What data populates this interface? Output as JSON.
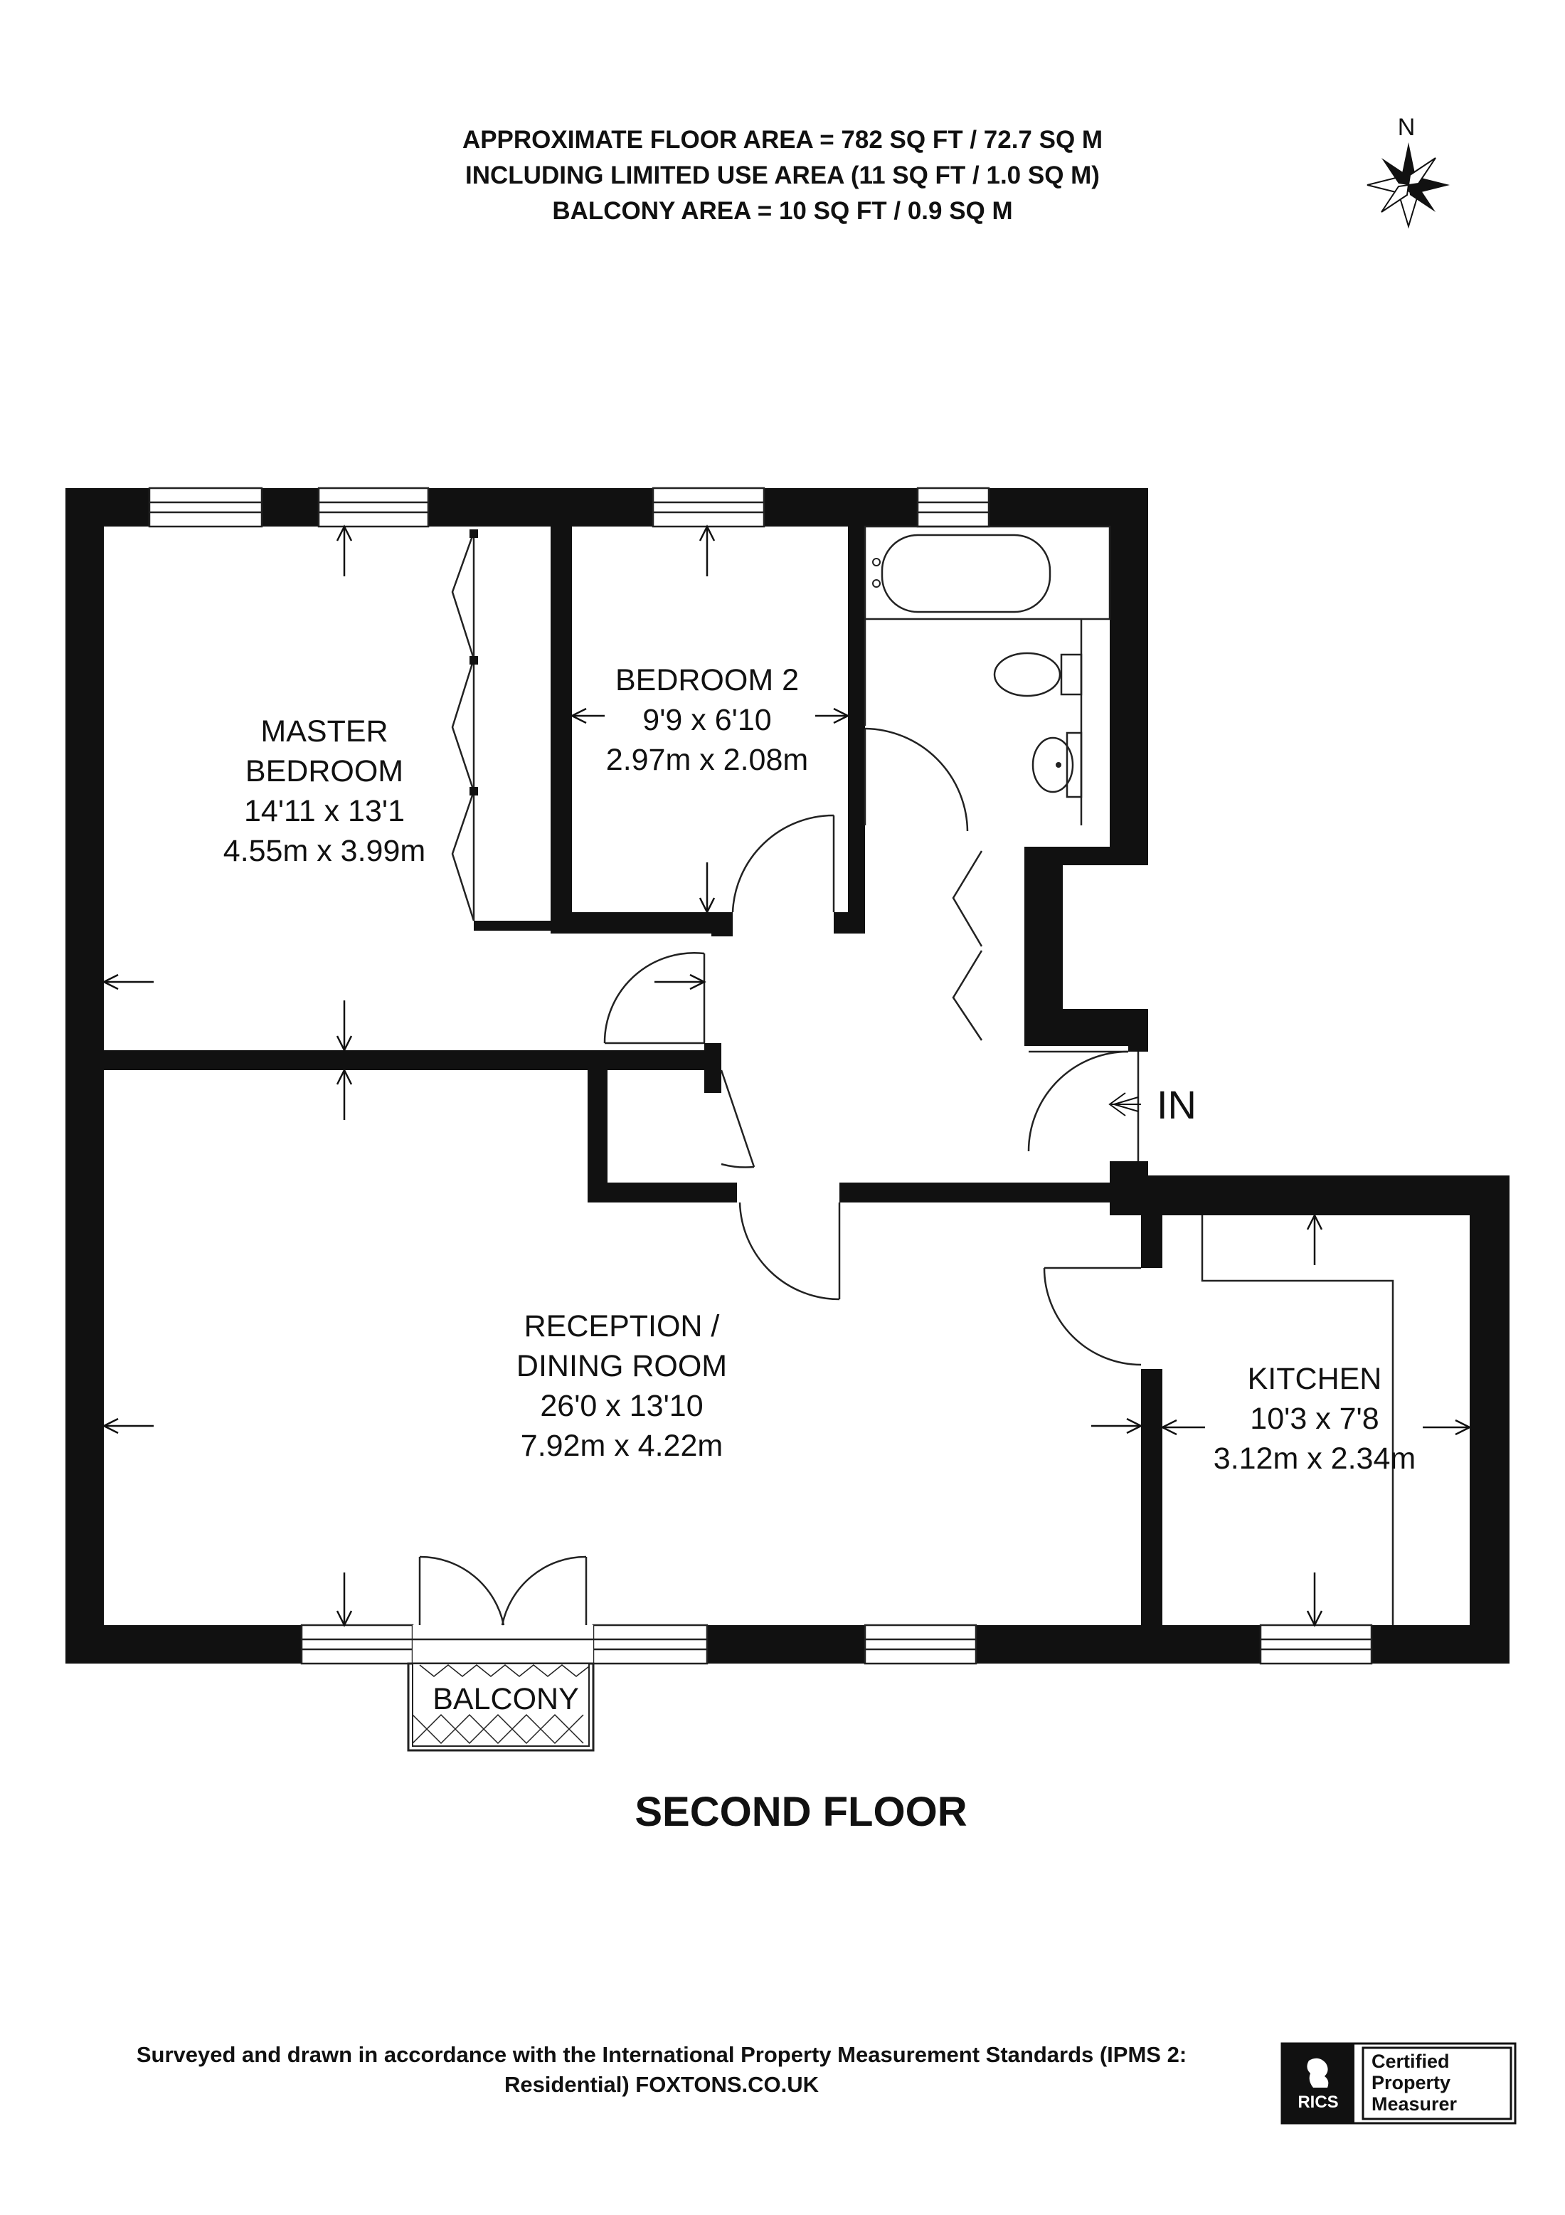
{
  "header": {
    "line1": "APPROXIMATE FLOOR AREA = 782 SQ FT / 72.7 SQ M",
    "line2": "INCLUDING LIMITED USE AREA (11 SQ FT / 1.0 SQ M)",
    "line3": "BALCONY AREA = 10 SQ FT / 0.9 SQ M"
  },
  "compass": {
    "label": "N",
    "icon": "compass-rose-icon"
  },
  "rooms": {
    "master": {
      "name1": "MASTER",
      "name2": "BEDROOM",
      "imperial": "14'11 x 13'1",
      "metric": "4.55m x 3.99m"
    },
    "bedroom2": {
      "name": "BEDROOM 2",
      "imperial": "9'9 x 6'10",
      "metric": "2.97m x 2.08m"
    },
    "reception": {
      "name1": "RECEPTION /",
      "name2": "DINING ROOM",
      "imperial": "26'0 x 13'10",
      "metric": "7.92m x 4.22m"
    },
    "kitchen": {
      "name": "KITCHEN",
      "imperial": "10'3 x 7'8",
      "metric": "3.12m x 2.34m"
    },
    "balcony": {
      "name": "BALCONY"
    }
  },
  "entrance": {
    "label": "IN",
    "icon": "entrance-arrow-icon"
  },
  "floor_title": "SECOND FLOOR",
  "footer": {
    "line1": "Surveyed and drawn in accordance with the International Property Measurement Standards (IPMS 2:",
    "line2": "Residential) FOXTONS.CO.UK"
  },
  "badge": {
    "brand": "RICS",
    "line1": "Certified",
    "line2": "Property",
    "line3": "Measurer",
    "icon": "rics-lion-icon"
  }
}
